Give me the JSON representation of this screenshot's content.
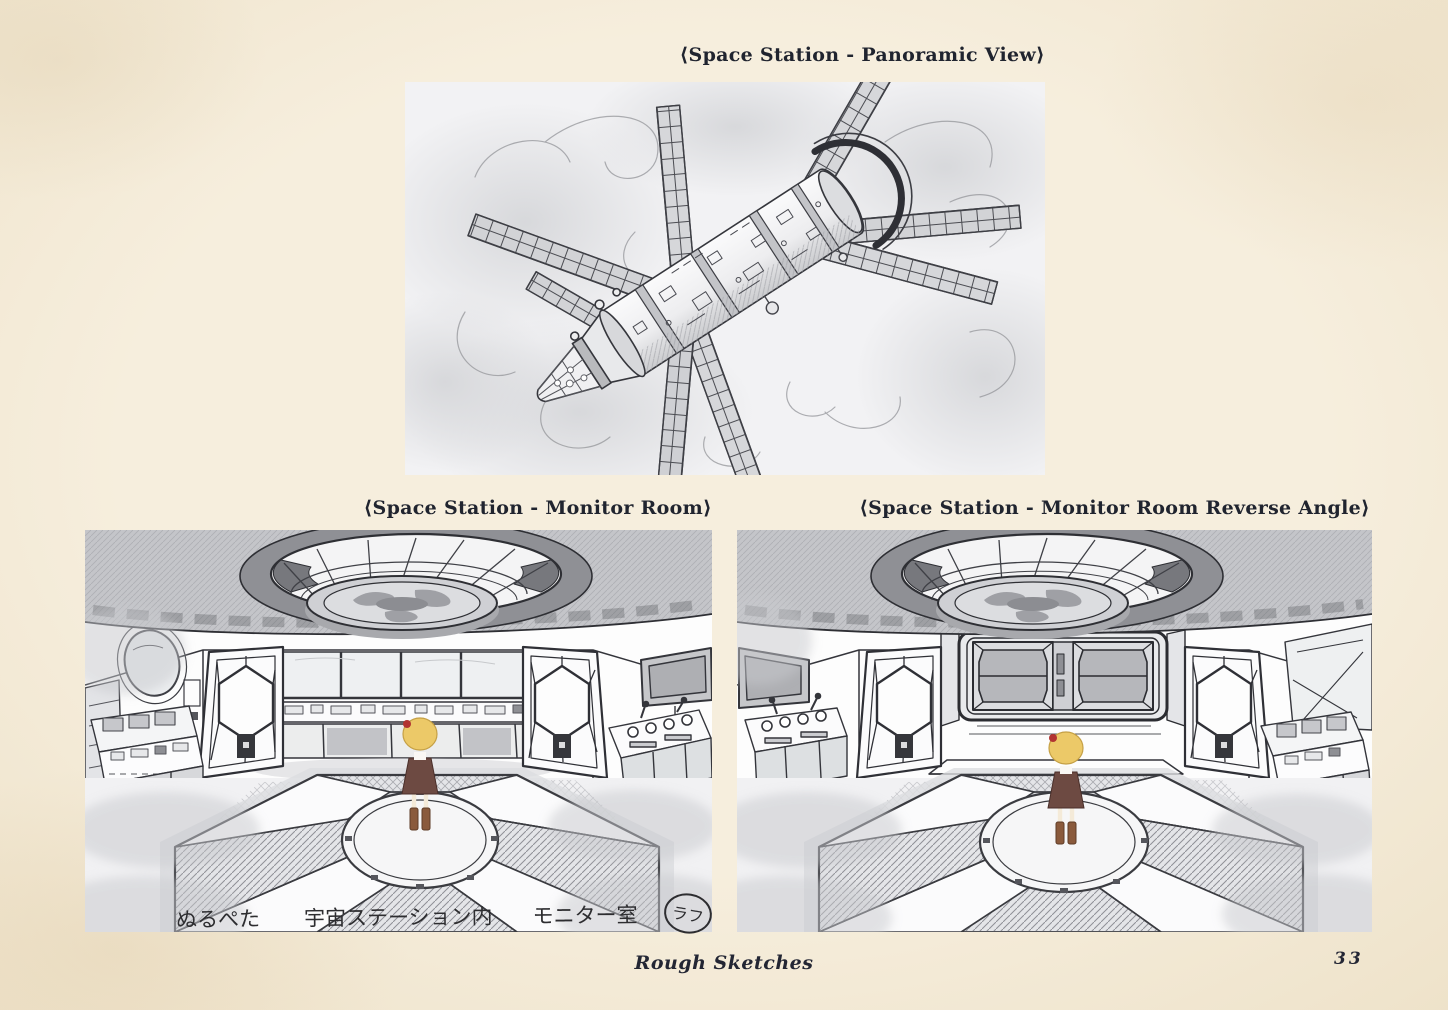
{
  "page": {
    "background_color": "#f4ebd8",
    "ink_color": "#20242f",
    "footer_title": "Rough Sketches",
    "page_number": "33"
  },
  "captions": {
    "panoramic": "⟨Space Station - Panoramic View⟩",
    "monitor": "⟨Space Station - Monitor Room⟩",
    "monitor_reverse": "⟨Space Station - Monitor Room Reverse Angle⟩"
  },
  "handwritten_note": {
    "part1": "ぬるぺた",
    "part2": "宇宙ステーション内",
    "part3": "モニター室",
    "badge": "ラフ"
  }
}
